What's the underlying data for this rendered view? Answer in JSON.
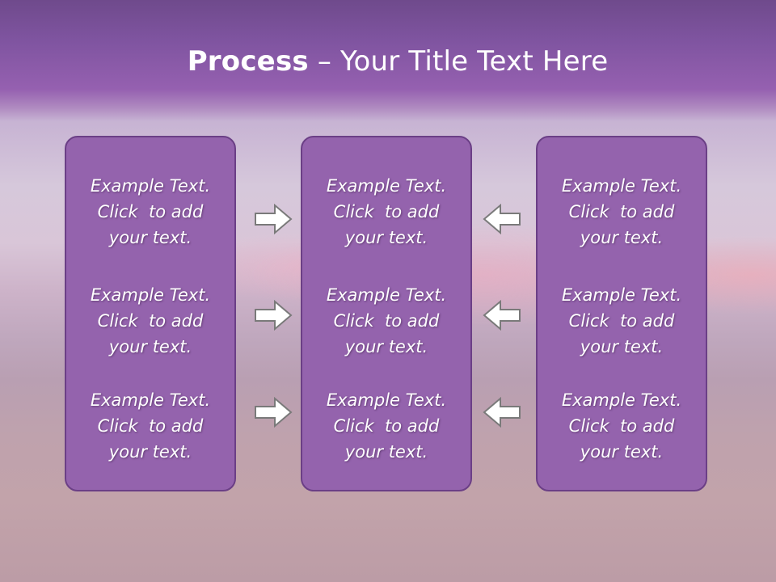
{
  "title": {
    "bold": "Process",
    "rest": " – Your Title Text Here"
  },
  "panels": [
    {
      "items": [
        {
          "line1": "Example Text.",
          "line2": "Click  to add",
          "line3": "your text."
        },
        {
          "line1": "Example Text.",
          "line2": "Click  to add",
          "line3": "your text."
        },
        {
          "line1": "Example Text.",
          "line2": "Click  to add",
          "line3": "your text."
        }
      ]
    },
    {
      "items": [
        {
          "line1": "Example Text.",
          "line2": "Click  to add",
          "line3": "your text."
        },
        {
          "line1": "Example Text.",
          "line2": "Click  to add",
          "line3": "your text."
        },
        {
          "line1": "Example Text.",
          "line2": "Click  to add",
          "line3": "your text."
        }
      ]
    },
    {
      "items": [
        {
          "line1": "Example Text.",
          "line2": "Click  to add",
          "line3": "your text."
        },
        {
          "line1": "Example Text.",
          "line2": "Click  to add",
          "line3": "your text."
        },
        {
          "line1": "Example Text.",
          "line2": "Click  to add",
          "line3": "your text."
        }
      ]
    }
  ],
  "arrows": {
    "left_column": [
      "arrow-right-icon",
      "arrow-right-icon",
      "arrow-right-icon"
    ],
    "right_column": [
      "arrow-left-icon",
      "arrow-left-icon",
      "arrow-left-icon"
    ]
  },
  "colors": {
    "title_bar": "#7f54a0",
    "panel_fill": "#9463ad",
    "panel_border": "#6b3f86",
    "arrow_fill": "#ffffff",
    "arrow_stroke": "#7a7a7a",
    "text": "#ffffff"
  }
}
